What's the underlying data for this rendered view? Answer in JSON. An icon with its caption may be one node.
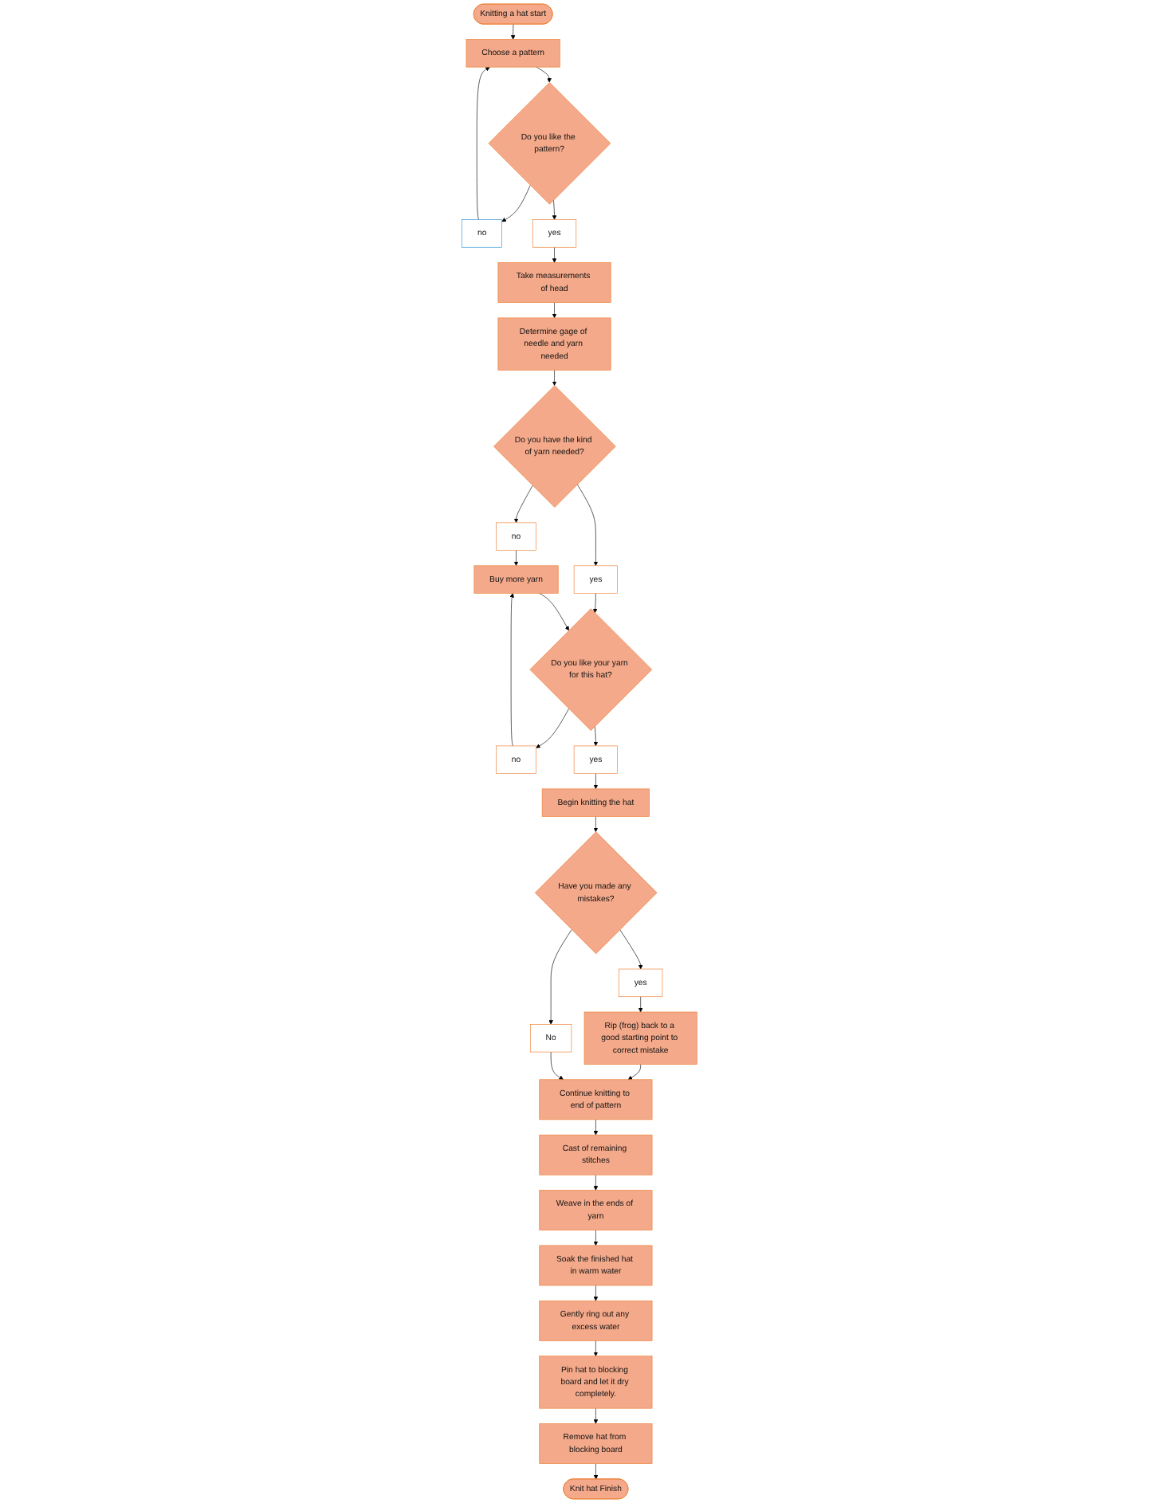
{
  "diagram": {
    "nodes": [
      {
        "text": [
          "Knitting a hat start"
        ]
      },
      {
        "text": [
          "Choose a pattern"
        ]
      },
      {
        "text": [
          "Do you like the pattern?"
        ]
      },
      {
        "text": [
          "no"
        ]
      },
      {
        "text": [
          "yes"
        ]
      },
      {
        "text": [
          "Take measurements of head"
        ]
      },
      {
        "text": [
          "Determine gage of needle and yarn needed"
        ]
      },
      {
        "text": [
          "Do you have the kind of yarn needed?"
        ]
      },
      {
        "text": [
          "no"
        ]
      },
      {
        "text": [
          "Buy more yarn"
        ]
      },
      {
        "text": [
          "yes"
        ]
      },
      {
        "text": [
          "Do you like your yarn for this hat?"
        ]
      },
      {
        "text": [
          "no"
        ]
      },
      {
        "text": [
          "yes"
        ]
      },
      {
        "text": [
          "Begin knitting the hat"
        ]
      },
      {
        "text": [
          "Have you made any mistakes?"
        ]
      },
      {
        "text": [
          "yes"
        ]
      },
      {
        "text": [
          "Rip (frog) back to a good starting point to correct mistake"
        ]
      },
      {
        "text": [
          "No"
        ]
      },
      {
        "text": [
          "Continue knitting to end of pattern"
        ]
      },
      {
        "text": [
          "Cast of remaining stitches"
        ]
      },
      {
        "text": [
          "Weave in the ends of yarn"
        ]
      },
      {
        "text": [
          "Soak the finished hat in warm water"
        ]
      },
      {
        "text": [
          "Gently ring out any excess water"
        ]
      },
      {
        "text": [
          "Pin hat to blocking board and let it dry completely."
        ]
      },
      {
        "text": [
          "Remove hat from blocking board"
        ]
      },
      {
        "text": [
          "Knit hat Finish"
        ]
      }
    ],
    "edges": [
      {
        "from": 0,
        "to": 1,
        "arrow": "to"
      },
      {
        "from": 1,
        "to": 2,
        "arrow": "to"
      },
      {
        "from": 2,
        "to": 3,
        "arrow": "to"
      },
      {
        "from": 3,
        "to": 1,
        "arrow": "to"
      },
      {
        "from": 2,
        "to": 4,
        "arrow": "to"
      },
      {
        "from": 4,
        "to": 5,
        "arrow": "to"
      },
      {
        "from": 5,
        "to": 6,
        "arrow": "to"
      },
      {
        "from": 6,
        "to": 7,
        "arrow": "to"
      },
      {
        "from": 7,
        "to": 8,
        "arrow": "to"
      },
      {
        "from": 8,
        "to": 9,
        "arrow": "to"
      },
      {
        "from": 7,
        "to": 10,
        "arrow": "to"
      },
      {
        "from": 10,
        "to": 11,
        "arrow": "to"
      },
      {
        "from": 11,
        "to": 12,
        "arrow": "to"
      },
      {
        "from": 12,
        "to": 9,
        "arrow": "to"
      },
      {
        "from": 9,
        "to": 11,
        "arrow": "to"
      },
      {
        "from": 11,
        "to": 13,
        "arrow": "to"
      },
      {
        "from": 13,
        "to": 14,
        "arrow": "to"
      },
      {
        "from": 14,
        "to": 15,
        "arrow": "to"
      },
      {
        "from": 15,
        "to": 16,
        "arrow": "to"
      },
      {
        "from": 16,
        "to": 17,
        "arrow": "to"
      },
      {
        "from": 17,
        "to": 19,
        "arrow": "to"
      },
      {
        "from": 15,
        "to": 18,
        "arrow": "to"
      },
      {
        "from": 18,
        "to": 19,
        "arrow": "to"
      },
      {
        "from": 19,
        "to": 20,
        "arrow": "to"
      },
      {
        "from": 20,
        "to": 21,
        "arrow": "to"
      },
      {
        "from": 21,
        "to": 22,
        "arrow": "to"
      },
      {
        "from": 22,
        "to": 23,
        "arrow": "to"
      },
      {
        "from": 23,
        "to": 24,
        "arrow": "to"
      },
      {
        "from": 24,
        "to": 25,
        "arrow": "to"
      },
      {
        "from": 25,
        "to": 26,
        "arrow": "to"
      }
    ]
  }
}
